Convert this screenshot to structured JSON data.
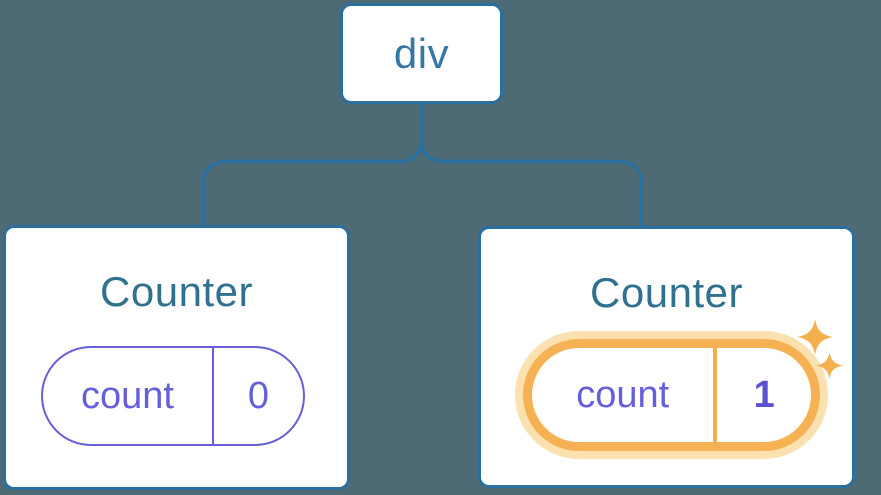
{
  "diagram": {
    "description": "React component tree: a div root with two Counter children, second counter's state pill is highlighted",
    "root_node": {
      "label": "div"
    },
    "children": [
      {
        "title": "Counter",
        "state": {
          "key": "count",
          "value": "0"
        },
        "highlighted": false
      },
      {
        "title": "Counter",
        "state": {
          "key": "count",
          "value": "1"
        },
        "highlighted": true
      }
    ],
    "icons": {
      "sparkles": "sparkle-icon"
    }
  },
  "colors": {
    "background": "#4d6a75",
    "card_background": "#ffffff",
    "node_border_blue": "#2b6f9f",
    "connector_blue": "#2b6f9f",
    "root_label_blue": "#3577a5",
    "title_teal": "#30718f",
    "state_purple": "#6560d8",
    "value_bold_purple": "#5b52d1",
    "highlight_orange": "#f6b155",
    "highlight_glow": "#fbe0b0",
    "sparkle_orange": "#f5b04e"
  }
}
